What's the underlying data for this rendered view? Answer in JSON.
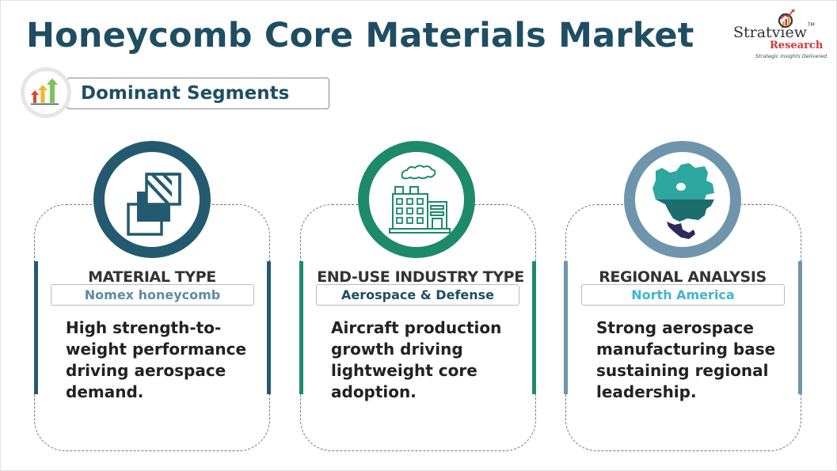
{
  "header": {
    "title": "Honeycomb Core Materials Market",
    "logo": {
      "line1": "Stratview",
      "trademark": "TM",
      "line2": "Research",
      "tagline": "Strategic Insights Delivered"
    }
  },
  "section": {
    "label": "Dominant Segments",
    "icon": "growth-arrows-icon"
  },
  "colors": {
    "title": "#1f4e63",
    "material": "#245a6f",
    "enduse": "#1e8a6b",
    "regional": "#6e95ab",
    "logo_red": "#d2363b"
  },
  "cards": [
    {
      "heading": "MATERIAL TYPE",
      "value": "Nomex honeycomb",
      "description": "High strength-to-weight performance driving aerospace demand.",
      "icon": "layered-sheets-icon"
    },
    {
      "heading": "END-USE INDUSTRY TYPE",
      "value": "Aerospace & Defense",
      "description": "Aircraft production growth driving lightweight core adoption.",
      "icon": "factory-icon"
    },
    {
      "heading": "REGIONAL ANALYSIS",
      "value": "North America",
      "description": "Strong aerospace manufacturing base sustaining regional leadership.",
      "icon": "north-america-map-icon"
    }
  ]
}
